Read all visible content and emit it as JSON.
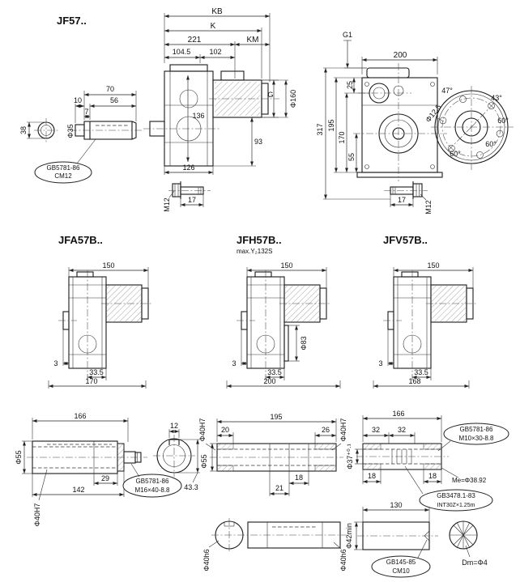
{
  "series": {
    "jf57": "JF57..",
    "jfa57b": "JFA57B..",
    "jfh57b": "JFH57B..",
    "jfh57b_note": "max.Y₂132S",
    "jfv57b": "JFV57B.."
  },
  "shaft_end_view": {
    "d10": "10",
    "d7": "7",
    "d70": "70",
    "d56": "56",
    "d38": "38",
    "phi35": "Φ35",
    "callout": {
      "l1": "GB5781-86",
      "l2": "CM12"
    }
  },
  "front_view": {
    "kb": "KB",
    "k": "K",
    "d221": "221",
    "km": "KM",
    "d104_5": "104.5",
    "d102": "102",
    "g": "G",
    "phi160": "Φ160",
    "d136": "136",
    "d93": "93",
    "d126": "126",
    "d17": "17",
    "m12": "M12"
  },
  "side_view": {
    "g1": "G1",
    "d200": "200",
    "d25": "25",
    "d317": "317",
    "d195": "195",
    "d170": "170",
    "d55": "55",
    "phi12_5": "Φ12.5",
    "a47": "47°",
    "a43": "43°",
    "a60a": "60°",
    "a60b": "60°",
    "a60c": "60°",
    "d17": "17",
    "m12": "M12"
  },
  "jfa_view": {
    "d150": "150",
    "d3": "3",
    "d33_5": "33.5",
    "d170": "170"
  },
  "jfh_view": {
    "d150": "150",
    "phi83": "Φ83",
    "d3": "3",
    "d33_5": "33.5",
    "d200": "200"
  },
  "jfv_view": {
    "d150": "150",
    "d3": "3",
    "d33_5": "33.5",
    "d168": "168"
  },
  "detail_left": {
    "d166": "166",
    "d12": "12",
    "phi55": "Φ55",
    "phi40h7": "Φ40H7",
    "d29": "29",
    "d142": "142",
    "d43_3": "43.3",
    "callout": {
      "l1": "GB5781-86",
      "l2": "M16×40-8.8"
    }
  },
  "detail_middle": {
    "d195": "195",
    "d20": "20",
    "d26": "26",
    "phi40h7_left": "Φ40H7",
    "phi40h7_right": "Φ40H7",
    "phi55": "Φ55",
    "d18": "18",
    "d21": "21",
    "phi40h6_left": "Φ40h6",
    "phi40h6_right": "Φ40h6"
  },
  "detail_right": {
    "d166": "166",
    "d32a": "32",
    "d32b": "32",
    "phi37": "Φ37⁺⁰·¹",
    "d18a": "18",
    "d18b": "18",
    "me": "Me=Φ38.92",
    "d130": "130",
    "phi42min": "Φ42min",
    "dm": "Dm=Φ4",
    "callout_bolt": {
      "l1": "GB5781-86",
      "l2": "M10×30-8.8"
    },
    "callout_spline": {
      "l1": "GB3478.1-83",
      "l2": "INT30Z×1.25m"
    },
    "callout_center": {
      "l1": "GB145-85",
      "l2": "CM10"
    }
  }
}
